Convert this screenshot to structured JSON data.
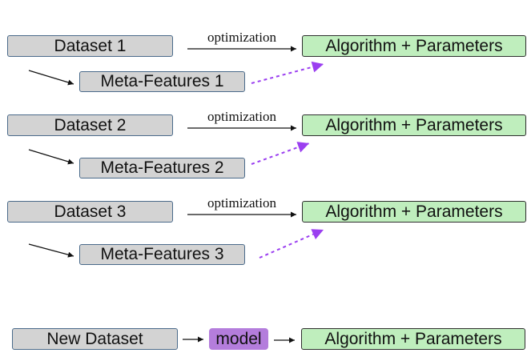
{
  "rows": [
    {
      "dataset": "Dataset 1",
      "meta": "Meta-Features 1",
      "edge_label": "optimization",
      "result": "Algorithm + Parameters"
    },
    {
      "dataset": "Dataset 2",
      "meta": "Meta-Features 2",
      "edge_label": "optimization",
      "result": "Algorithm + Parameters"
    },
    {
      "dataset": "Dataset 3",
      "meta": "Meta-Features 3",
      "edge_label": "optimization",
      "result": "Algorithm + Parameters"
    }
  ],
  "bottom": {
    "dataset": "New Dataset",
    "model": "model",
    "result": "Algorithm + Parameters"
  },
  "colors": {
    "dataset_box": "#d3d3d3",
    "result_box": "#bfeebd",
    "model_box": "#b47ddc",
    "dashed_arrow": "#9b3ff0"
  }
}
